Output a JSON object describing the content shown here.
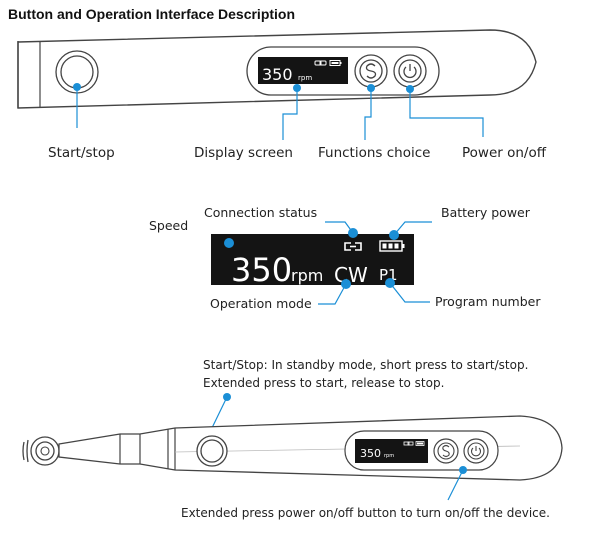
{
  "title": "Button and Operation Interface Description",
  "handpiece": {
    "display_speed": "350",
    "display_unit": "rpm",
    "labels": {
      "start_stop": "Start/stop",
      "display_screen": "Display screen",
      "functions_choice": "Functions choice",
      "power": "Power on/off"
    }
  },
  "display_detail": {
    "speed_value": "350",
    "speed_unit": "rpm",
    "mode": "CW",
    "program": "P1",
    "labels": {
      "speed": "Speed",
      "connection": "Connection status",
      "battery": "Battery power",
      "operation_mode": "Operation mode",
      "program_number": "Program number"
    }
  },
  "full_device": {
    "display_speed": "350",
    "display_unit": "rpm",
    "note_start_line1": "Start/Stop: In standby mode, short press to start/stop.",
    "note_start_line2": "Extended press to start, release to stop.",
    "note_power": "Extended press power on/off button to turn on/off the device."
  },
  "colors": {
    "callout": "#1b8fd6",
    "outline": "#444444",
    "screen": "#141414"
  },
  "icons": [
    "link-icon",
    "battery-icon",
    "s-function-icon",
    "power-icon"
  ]
}
